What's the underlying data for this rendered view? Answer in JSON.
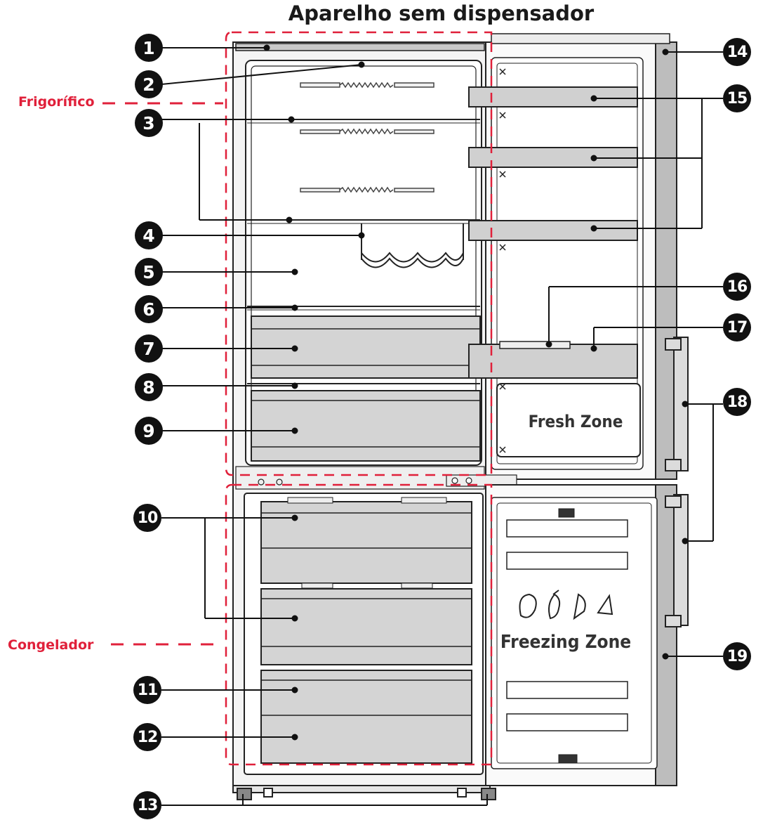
{
  "title": "Aparelho sem dispensador",
  "sections": {
    "fridge": "Frigorífico",
    "freezer": "Congelador"
  },
  "zones": {
    "fresh": "Fresh Zone",
    "freezing": "Freezing Zone"
  },
  "callouts": [
    {
      "number": "1",
      "side": "left"
    },
    {
      "number": "2",
      "side": "left"
    },
    {
      "number": "3",
      "side": "left"
    },
    {
      "number": "4",
      "side": "left"
    },
    {
      "number": "5",
      "side": "left"
    },
    {
      "number": "6",
      "side": "left"
    },
    {
      "number": "7",
      "side": "left"
    },
    {
      "number": "8",
      "side": "left"
    },
    {
      "number": "9",
      "side": "left"
    },
    {
      "number": "10",
      "side": "left"
    },
    {
      "number": "11",
      "side": "left"
    },
    {
      "number": "12",
      "side": "left"
    },
    {
      "number": "13",
      "side": "left"
    },
    {
      "number": "14",
      "side": "right"
    },
    {
      "number": "15",
      "side": "right"
    },
    {
      "number": "16",
      "side": "right"
    },
    {
      "number": "17",
      "side": "right"
    },
    {
      "number": "18",
      "side": "right"
    },
    {
      "number": "19",
      "side": "right"
    }
  ],
  "colors": {
    "accent_red": "#e0203a",
    "badge": "#111111",
    "line": "#1a1a1a",
    "panel_gray": "#d0d0d0",
    "door_gray": "#bdbdbd"
  }
}
